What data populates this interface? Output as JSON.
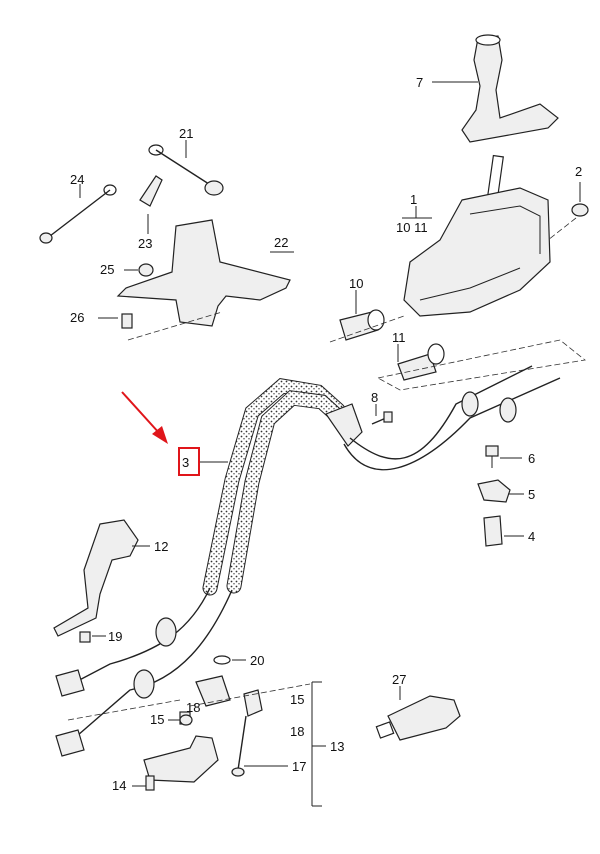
{
  "callouts": [
    {
      "id": "c1",
      "text": "1"
    },
    {
      "id": "c1011",
      "text": "10 11"
    },
    {
      "id": "c2",
      "text": "2"
    },
    {
      "id": "c3",
      "text": "3"
    },
    {
      "id": "c4",
      "text": "4"
    },
    {
      "id": "c5",
      "text": "5"
    },
    {
      "id": "c6",
      "text": "6"
    },
    {
      "id": "c7",
      "text": "7"
    },
    {
      "id": "c8",
      "text": "8"
    },
    {
      "id": "c10",
      "text": "10"
    },
    {
      "id": "c11",
      "text": "11"
    },
    {
      "id": "c12",
      "text": "12"
    },
    {
      "id": "c13",
      "text": "13"
    },
    {
      "id": "c14",
      "text": "14"
    },
    {
      "id": "c15",
      "text": "15"
    },
    {
      "id": "c15b",
      "text": "15"
    },
    {
      "id": "c17",
      "text": "17"
    },
    {
      "id": "c18",
      "text": "18"
    },
    {
      "id": "c18b",
      "text": "18"
    },
    {
      "id": "c19",
      "text": "19"
    },
    {
      "id": "c20",
      "text": "20"
    },
    {
      "id": "c21",
      "text": "21"
    },
    {
      "id": "c22",
      "text": "22"
    },
    {
      "id": "c23",
      "text": "23"
    },
    {
      "id": "c24",
      "text": "24"
    },
    {
      "id": "c25",
      "text": "25"
    },
    {
      "id": "c26",
      "text": "26"
    },
    {
      "id": "c27",
      "text": "27"
    }
  ],
  "highlight": {
    "callout": "3",
    "box_color": "#e0151a",
    "arrow_color": "#e0151a"
  }
}
